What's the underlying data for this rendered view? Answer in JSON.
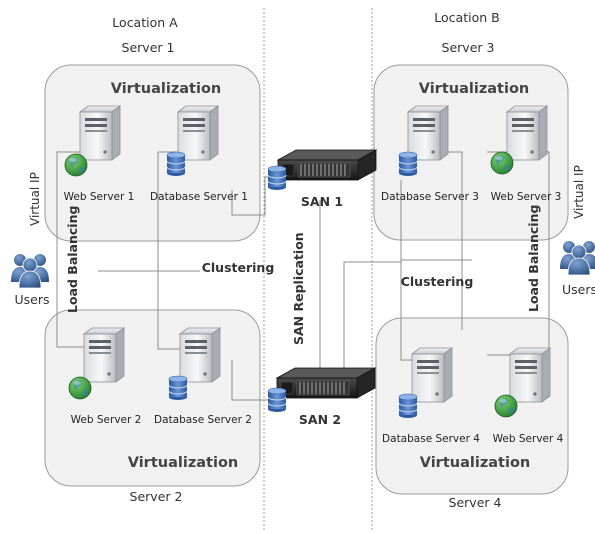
{
  "diagram": {
    "location_a": "Location A",
    "location_b": "Location B",
    "server_1": "Server 1",
    "server_2": "Server 2",
    "server_3": "Server 3",
    "server_4": "Server 4",
    "virtualization": "Virtualization",
    "web_server_1": "Web Server 1",
    "database_server_1": "Database Server 1",
    "web_server_2": "Web Server 2",
    "database_server_2": "Database Server 2",
    "database_server_3": "Database Server 3",
    "web_server_3": "Web Server 3",
    "database_server_4": "Database Server 4",
    "web_server_4": "Web Server 4",
    "san_1": "SAN 1",
    "san_2": "SAN 2",
    "san_replication": "SAN Replication",
    "clustering": "Clustering",
    "load_balancing": "Load Balancing",
    "virtual_ip": "Virtual IP",
    "users": "Users"
  },
  "colors": {
    "panel_fill": "#f1f1f1",
    "panel_stroke": "#9a9a9a",
    "connector": "#8c8c8c",
    "divider": "#a0a0a0",
    "globe": "#2f9c2f",
    "database_icon": "#3f6fb5",
    "san_body": "#2b2b2b",
    "users_icon": "#3a5f94"
  },
  "icons": {
    "server": "server-tower-icon",
    "database": "database-cylinder-icon",
    "globe": "globe-icon",
    "san": "rack-storage-icon",
    "users": "users-group-icon"
  }
}
